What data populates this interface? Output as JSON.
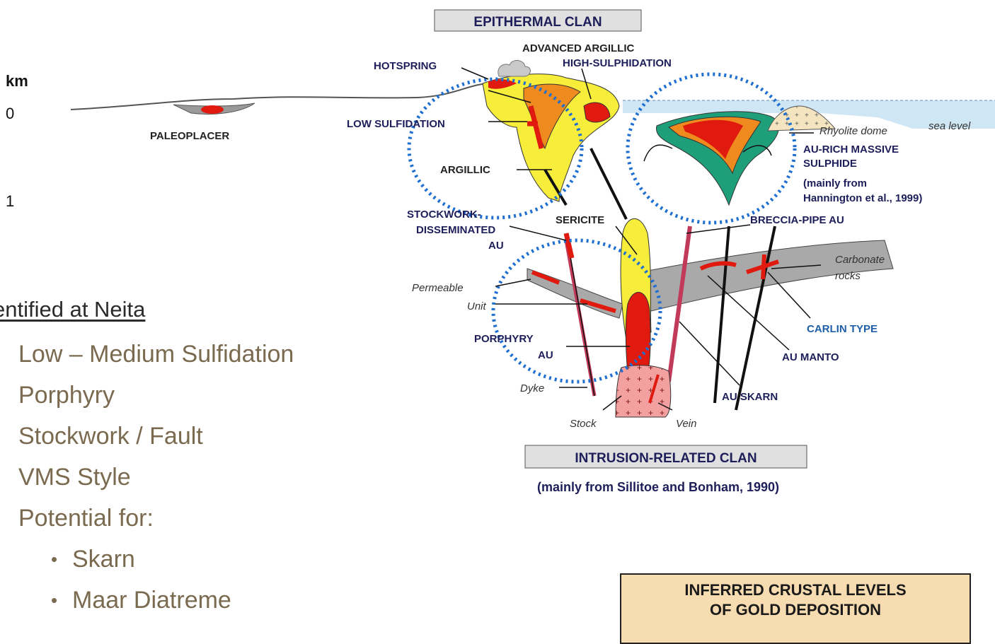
{
  "slide": {
    "heading": "entified at Neita",
    "bullets": [
      "Low – Medium Sulfidation",
      "Porphyry",
      "Stockwork / Fault",
      "VMS Style",
      "Potential for:"
    ],
    "sub_bullets": [
      "Skarn",
      "Maar Diatreme"
    ]
  },
  "diagram": {
    "clan_top": "EPITHERMAL CLAN",
    "clan_bottom": "INTRUSION-RELATED CLAN",
    "bottom_credit": "(mainly from Sillitoe and Bonham, 1990)",
    "depth_unit": "km",
    "depth_0": "0",
    "depth_1": "1",
    "labels": {
      "advanced_argillic": "ADVANCED ARGILLIC",
      "high_sulphidation": "HIGH-SULPHIDATION",
      "hotspring": "HOTSPRING",
      "low_sulfidation": "LOW SULFIDATION",
      "argillic": "ARGILLIC",
      "paleoplacer": "PALEOPLACER",
      "rhyolite_dome": "Rhyolite dome",
      "sea_level": "sea level",
      "au_rich_1": "AU-RICH MASSIVE",
      "au_rich_2": "SULPHIDE",
      "au_rich_3": "(mainly from",
      "au_rich_4": "Hannington et al., 1999)",
      "stockwork_1": "STOCKWORK-",
      "stockwork_2": "DISSEMINATED",
      "stockwork_3": "AU",
      "sericite": "SERICITE",
      "breccia_pipe": "BRECCIA-PIPE AU",
      "carbonate_1": "Carbonate",
      "carbonate_2": "rocks",
      "permeable_1": "Permeable",
      "permeable_2": "Unit",
      "carlin": "CARLIN TYPE",
      "porphyry_1": "PORPHYRY",
      "porphyry_2": "AU",
      "au_manto": "AU MANTO",
      "dyke": "Dyke",
      "au_skarn": "AU SKARN",
      "stock": "Stock",
      "vein": "Vein"
    },
    "crustal_box_line1": "INFERRED CRUSTAL LEVELS",
    "crustal_box_line2": "OF GOLD DEPOSITION",
    "colors": {
      "navy_label": "#1e1e5a",
      "carlin_blue": "#1f5fa8",
      "highlight_circle": "#1f6fd0",
      "ore_red": "#e01a0f",
      "alteration_yellow": "#f6ee3a",
      "alteration_orange": "#ee8a1e",
      "vms_green": "#1f9e7a",
      "carbonate_grey": "#a9a9a9",
      "sea_blue": "#cfe6f5"
    }
  }
}
